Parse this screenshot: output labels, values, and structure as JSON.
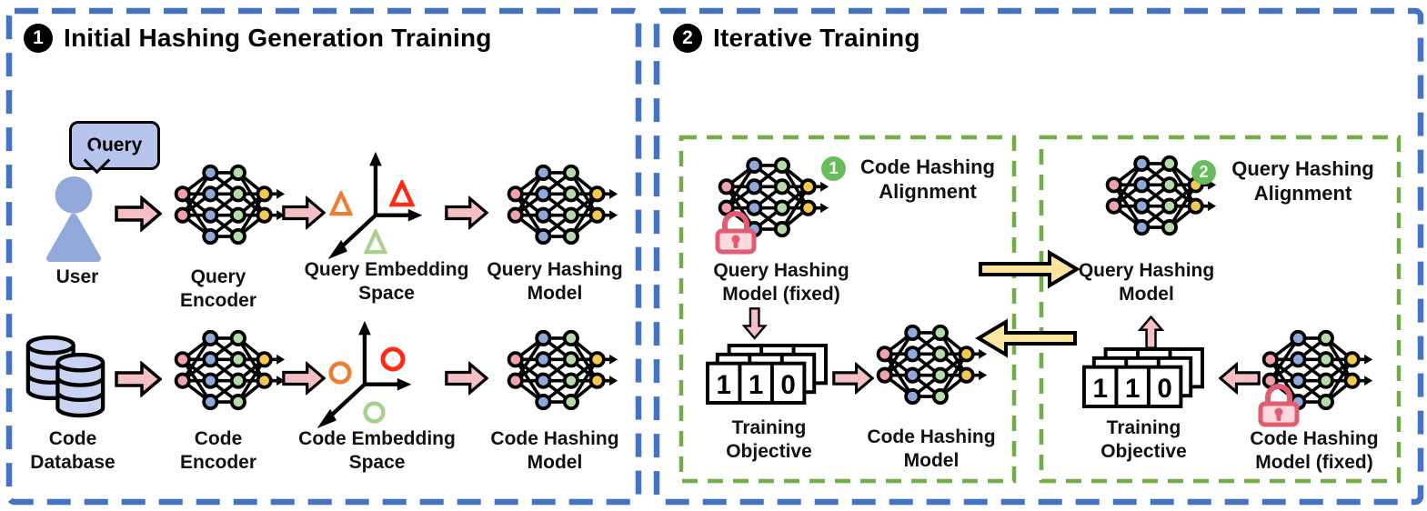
{
  "figure": {
    "type": "two-stage training pipeline diagram"
  },
  "left_panel": {
    "badge": "1",
    "title": "Initial Hashing Generation Training",
    "query_bubble": "Query",
    "row1_labels": {
      "user": "User",
      "encoder": [
        "Query",
        "Encoder"
      ],
      "embedding": [
        "Query Embedding",
        "Space"
      ],
      "hashing": [
        "Query Hashing",
        "Model"
      ]
    },
    "row2_labels": {
      "database": [
        "Code",
        "Database"
      ],
      "encoder": [
        "Code",
        "Encoder"
      ],
      "embedding": [
        "Code Embedding",
        "Space"
      ],
      "hashing": [
        "Code Hashing",
        "Model"
      ]
    }
  },
  "right_panel": {
    "badge": "2",
    "title": "Iterative Training",
    "stage1": {
      "badge": "1",
      "title": [
        "Code Hashing",
        "Alignment"
      ],
      "fixed_model": [
        "Query Hashing",
        "Model (fixed)"
      ],
      "bits": [
        "1",
        "1",
        "0"
      ],
      "objective": [
        "Training",
        "Objective"
      ],
      "trained_model": [
        "Code Hashing",
        "Model"
      ]
    },
    "stage2": {
      "badge": "2",
      "title": [
        "Query Hashing",
        "Alignment"
      ],
      "trained_model": [
        "Query Hashing",
        "Model"
      ],
      "bits": [
        "1",
        "1",
        "0"
      ],
      "objective": [
        "Training",
        "Objective"
      ],
      "fixed_model": [
        "Code Hashing",
        "Model (fixed)"
      ]
    }
  },
  "icons": {
    "user": "user-person-icon",
    "query_bubble": "speech-bubble-icon",
    "database": "code-database-cylinders-icon",
    "neural_network": "neural-network-icon",
    "embedding_axes": "3d-axes-icon",
    "triangle_marker": "triangle-embedding-marker",
    "circle_marker": "circle-embedding-marker",
    "lock": "lock-fixed-icon",
    "flow_arrow": "pink-block-arrow-icon",
    "transfer_arrow": "yellow-block-arrow-icon",
    "binary_codes": "binary-hash-cards-icon"
  },
  "colors": {
    "panel_border_blue": "#4472C4",
    "stage_border_green": "#70AD47",
    "arrow_pink": "#F5BFC6",
    "arrow_yellow": "#FBE49E",
    "node_pink": "#F1A2AB",
    "node_blue": "#8FA9DD",
    "node_green": "#B5DBA8",
    "node_yellow": "#F6C84C",
    "lock_red": "#E25C73",
    "lock_fill": "#FBD9DE",
    "user_blue": "#93A9DB",
    "database_blue": "#C9D3F2",
    "bubble_blue": "#B7C4EC",
    "badge_green": "#67BD5B",
    "marker_orange": "#ED7D31",
    "marker_red": "#FF2A12",
    "marker_green": "#A9D18E"
  }
}
